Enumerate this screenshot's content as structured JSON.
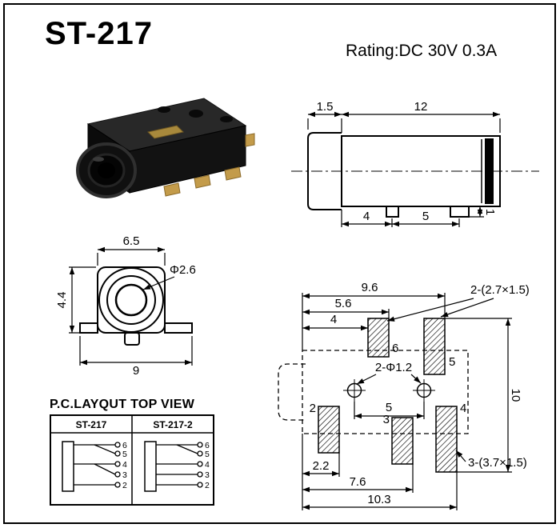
{
  "page": {
    "title": "ST-217",
    "rating": "Rating:DC 30V 0.3A"
  },
  "side_view": {
    "dim_flange": "1.5",
    "dim_body": "12",
    "dim_pin1": "4",
    "dim_pin2": "5",
    "dim_height": "1"
  },
  "front_view": {
    "dim_width": "6.5",
    "dim_height": "4.4",
    "dim_base": "9",
    "hole_label": "Φ2.6"
  },
  "pcb_view": {
    "dim_96": "9.6",
    "dim_56": "5.6",
    "dim_4": "4",
    "pad_note_top": "2-(2.7×1.5)",
    "pad_note_bottom": "3-(3.7×1.5)",
    "hole_note": "2-Φ1.2",
    "pad6": "6",
    "pad5": "5",
    "pad2": "2",
    "pad3": "3",
    "pad4": "4",
    "dim_mid5": "5",
    "dim_10": "10",
    "dim_22": "2.2",
    "dim_76": "7.6",
    "dim_103": "10.3"
  },
  "pc_layout": {
    "title": "P.C.LAYQUT TOP VIEW",
    "columns": [
      "ST-217",
      "ST-217-2"
    ],
    "pins": [
      "6",
      "5",
      "4",
      "3",
      "2"
    ]
  }
}
